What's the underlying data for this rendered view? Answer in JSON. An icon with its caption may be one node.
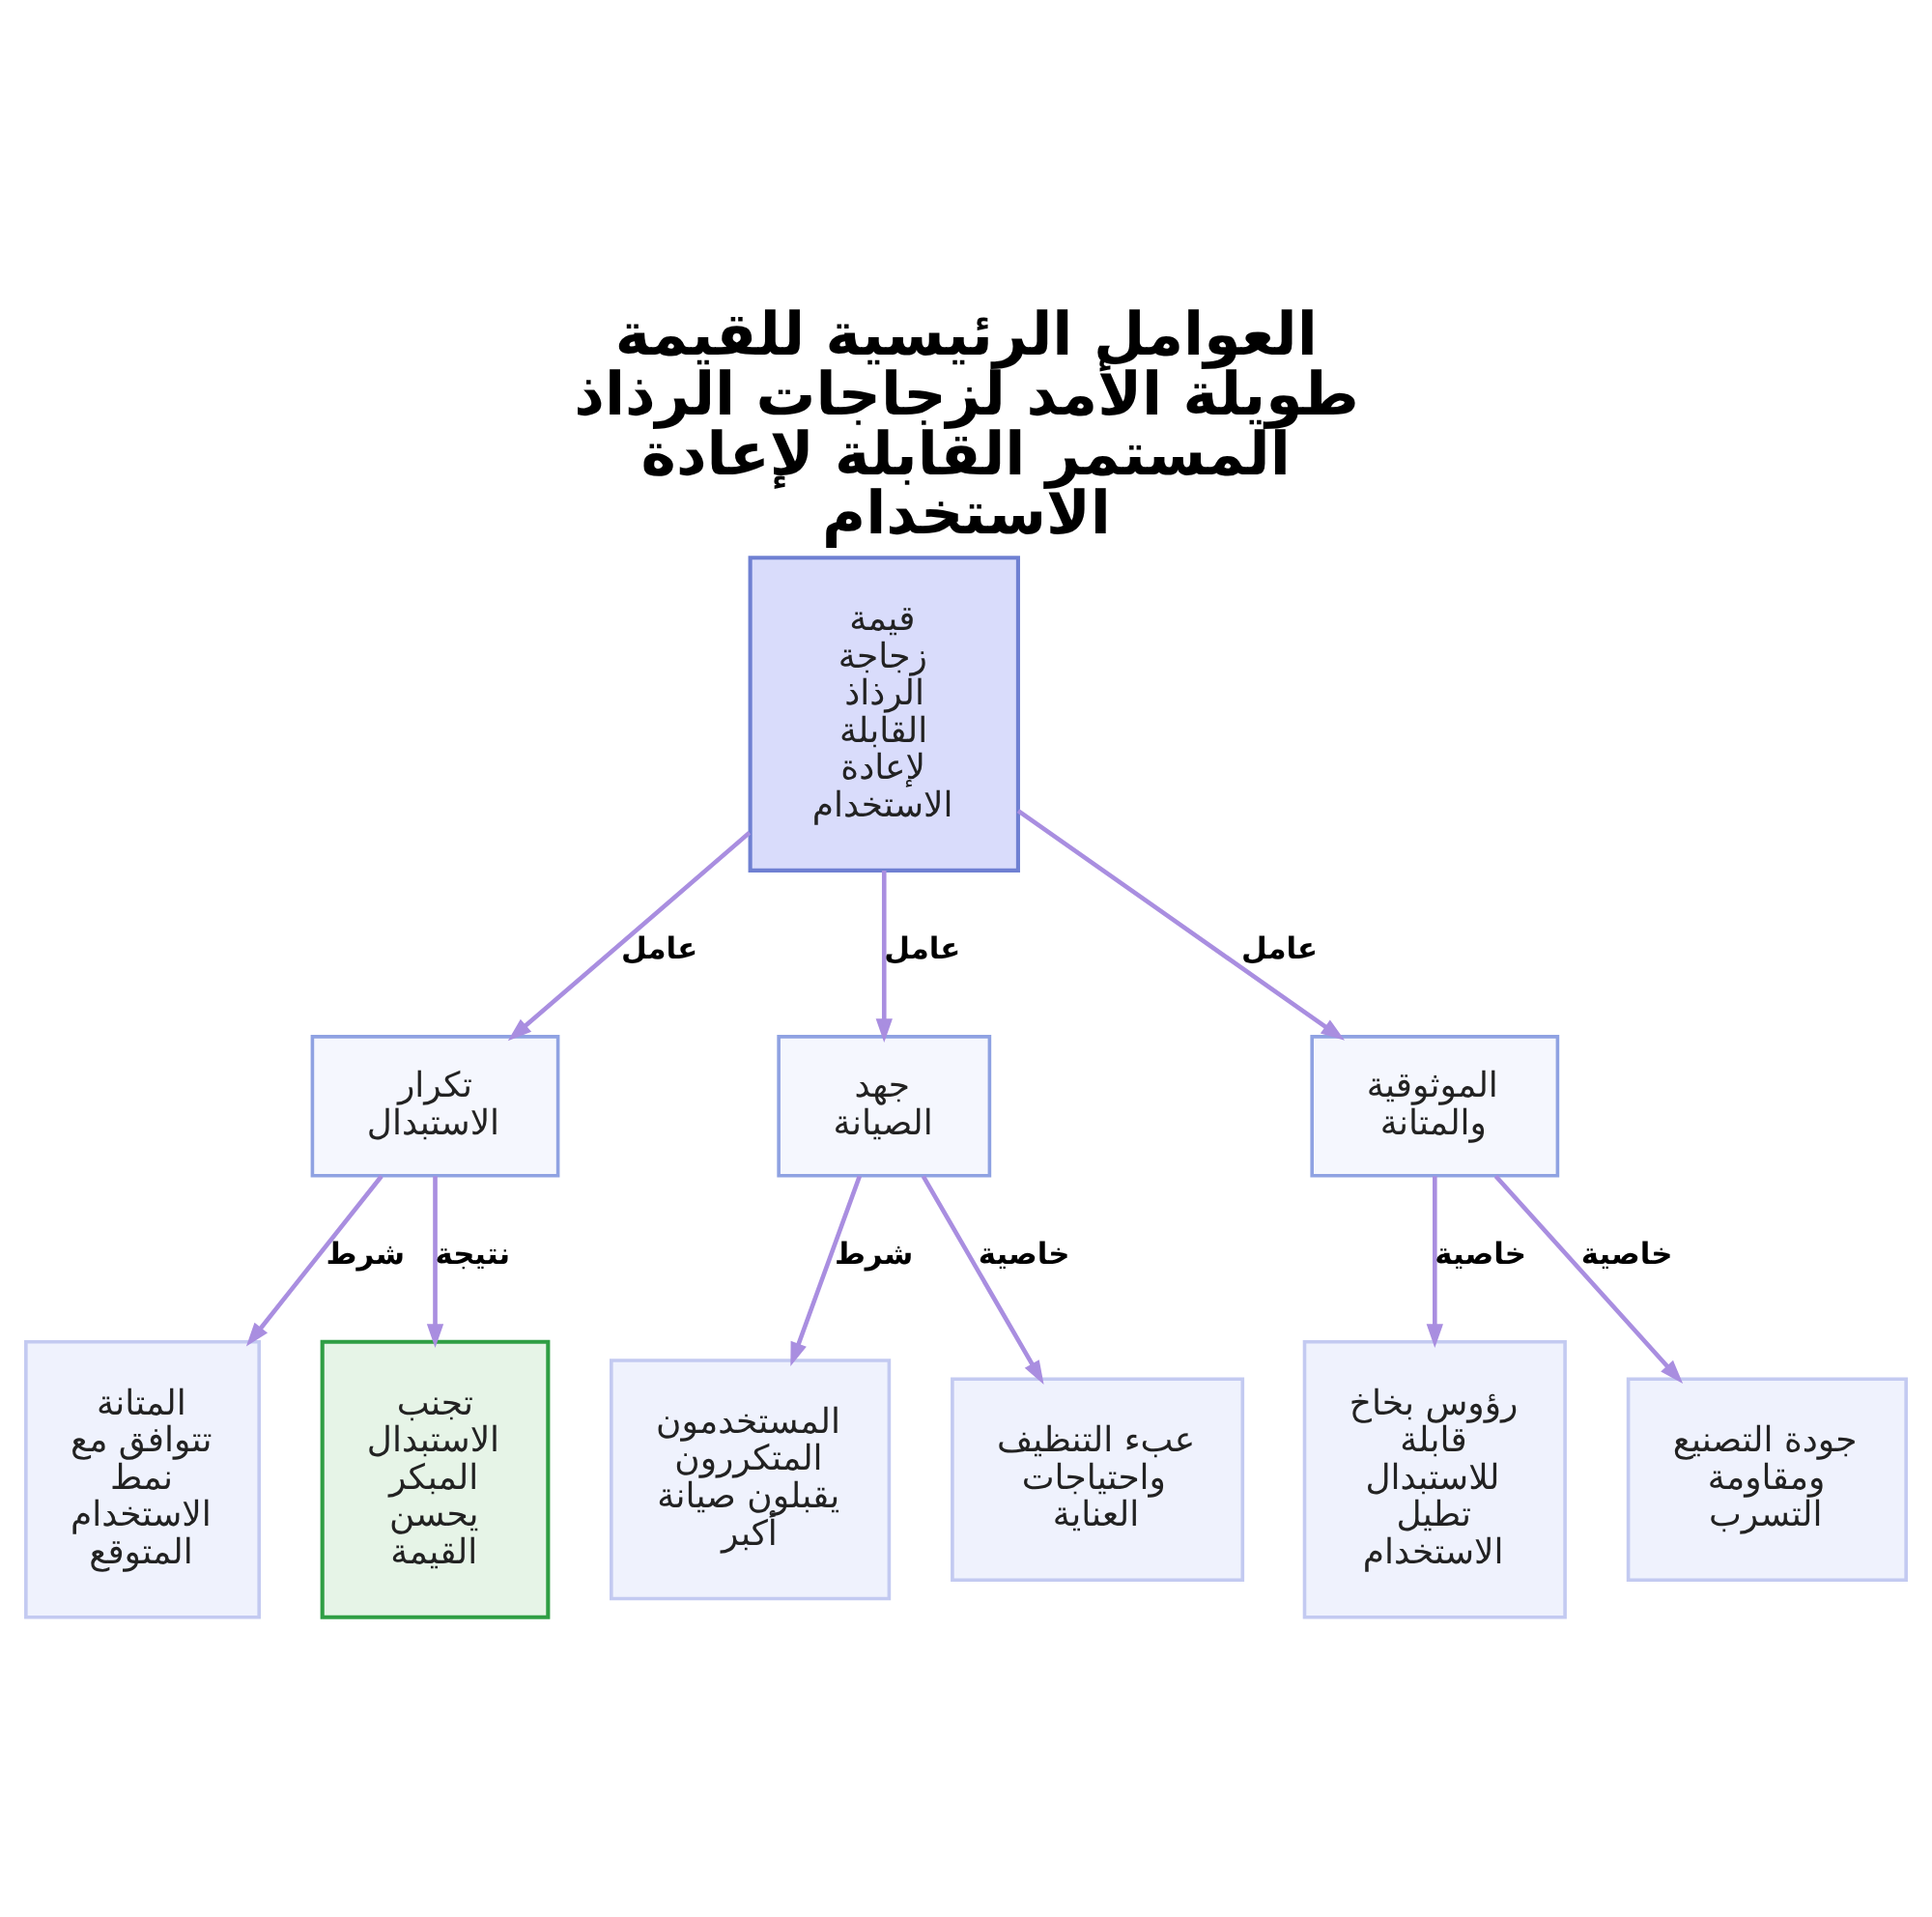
{
  "diagram": {
    "title": "العوامل الرئيسية للقيمة طويلة الأمد لزجاجات الرذاذ المستمر القابلة لإعادة الاستخدام",
    "nodes": [
      {
        "text": [
          "قيمة زجاجة الرذاذ القابلة لإعادة الاستخدام"
        ]
      },
      {
        "text": [
          "تكرار الاستبدال"
        ]
      },
      {
        "text": [
          "جهد الصيانة"
        ]
      },
      {
        "text": [
          "الموثوقية والمتانة"
        ]
      },
      {
        "text": [
          "المتانة تتوافق مع نمط الاستخدام المتوقع"
        ]
      },
      {
        "text": [
          "تجنب الاستبدال المبكر يحسن القيمة"
        ]
      },
      {
        "text": [
          "المستخدمون المتكررون يقبلون صيانة أكبر"
        ]
      },
      {
        "text": [
          "عبء التنظيف واحتياجات العناية"
        ]
      },
      {
        "text": [
          "رؤوس بخاخ قابلة للاستبدال تطيل الاستخدام"
        ]
      },
      {
        "text": [
          "جودة التصنيع ومقاومة التسرب"
        ]
      }
    ],
    "edges": [
      {
        "from": 0,
        "to": 1,
        "arrow": "to",
        "label": "عامل"
      },
      {
        "from": 0,
        "to": 2,
        "arrow": "to",
        "label": "عامل"
      },
      {
        "from": 0,
        "to": 3,
        "arrow": "to",
        "label": "عامل"
      },
      {
        "from": 1,
        "to": 4,
        "arrow": "to",
        "label": "شرط"
      },
      {
        "from": 1,
        "to": 5,
        "arrow": "to",
        "label": "نتيجة"
      },
      {
        "from": 2,
        "to": 6,
        "arrow": "to",
        "label": "شرط"
      },
      {
        "from": 2,
        "to": 7,
        "arrow": "to",
        "label": "خاصية"
      },
      {
        "from": 3,
        "to": 8,
        "arrow": "to",
        "label": "خاصية"
      },
      {
        "from": 3,
        "to": 9,
        "arrow": "to",
        "label": "خاصية"
      }
    ]
  }
}
